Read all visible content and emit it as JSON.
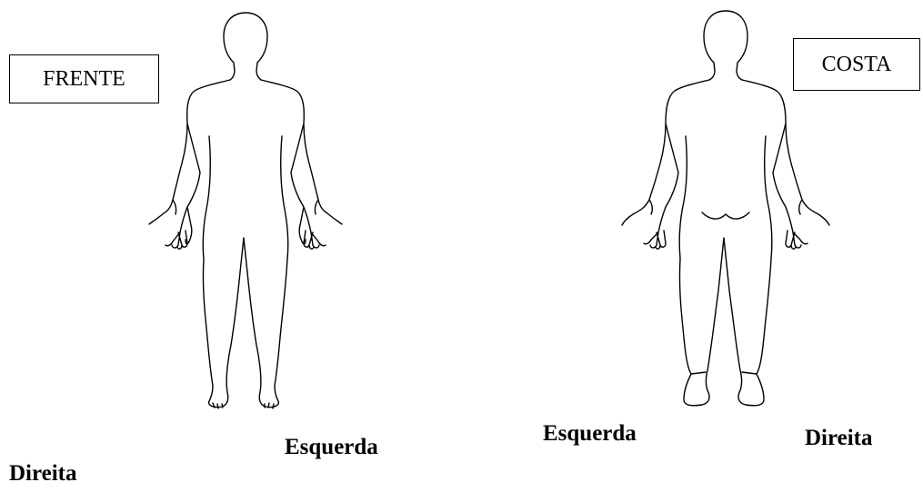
{
  "front": {
    "view_label": "FRENTE",
    "side_left": "Direita",
    "side_right": "Esquerda"
  },
  "back": {
    "view_label": "COSTA",
    "side_left": "Esquerda",
    "side_right": "Direita"
  }
}
